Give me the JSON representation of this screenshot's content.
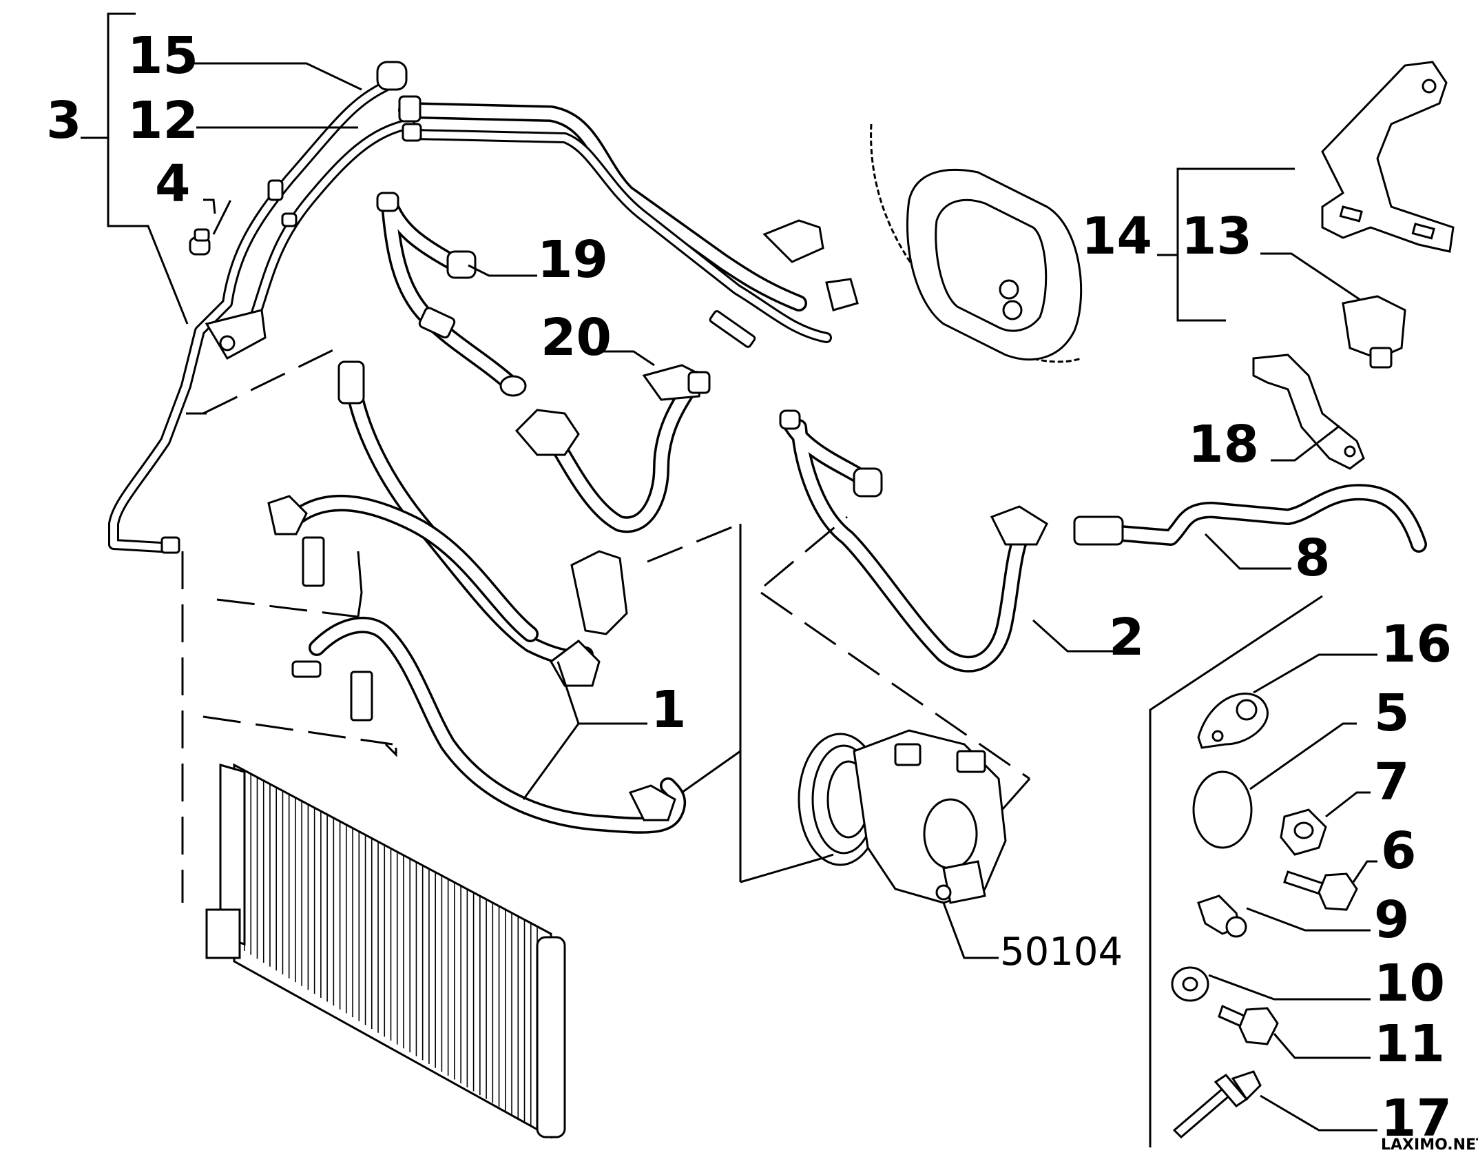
{
  "diagram": {
    "part_labels": {
      "p1": "1",
      "p2": "2",
      "p3": "3",
      "p4": "4",
      "p5": "5",
      "p6": "6",
      "p7": "7",
      "p8": "8",
      "p9": "9",
      "p10": "10",
      "p11": "11",
      "p12": "12",
      "p13": "13",
      "p14": "14",
      "p15": "15",
      "p16": "16",
      "p17": "17",
      "p18": "18",
      "p19": "19",
      "p20": "20",
      "ref": "50104"
    },
    "watermark": "LAXIMO.NET"
  }
}
